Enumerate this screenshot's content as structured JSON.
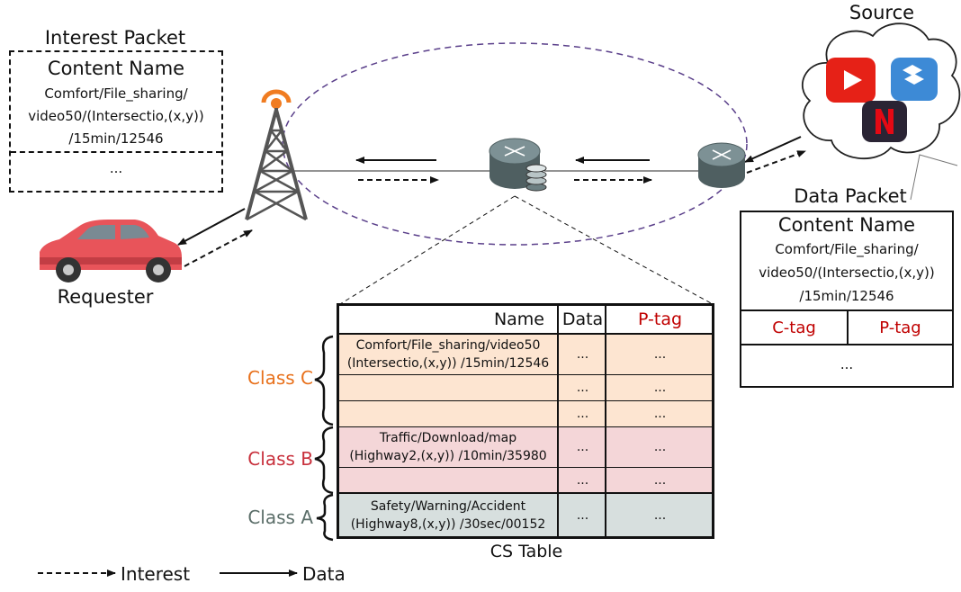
{
  "interest_packet": {
    "title": "Interest Packet",
    "content_name_header": "Content Name",
    "name_lines": [
      "Comfort/File_sharing/",
      "video50/(Intersectio,(x,y))",
      "/15min/12546"
    ],
    "ellipsis": "..."
  },
  "requester_label": "Requester",
  "source_label": "Source",
  "data_packet": {
    "title": "Data Packet",
    "content_name_header": "Content Name",
    "name_lines": [
      "Comfort/File_sharing/",
      "video50/(Intersectio,(x,y))",
      "/15min/12546"
    ],
    "c_tag": "C-tag",
    "p_tag": "P-tag",
    "ellipsis": "..."
  },
  "cs_table": {
    "caption": "CS Table",
    "headers": {
      "name": "Name",
      "data": "Data",
      "ptag": "P-tag"
    },
    "rows": [
      {
        "class": "C",
        "name": [
          "Comfort/File_sharing/video50",
          "(Intersectio,(x,y)) /15min/12546"
        ],
        "data": "...",
        "ptag": "..."
      },
      {
        "class": "C",
        "name": [
          "",
          ""
        ],
        "data": "...",
        "ptag": "..."
      },
      {
        "class": "C",
        "name": [
          "",
          ""
        ],
        "data": "...",
        "ptag": "..."
      },
      {
        "class": "B",
        "name": [
          "Traffic/Download/map",
          "(Highway2,(x,y)) /10min/35980"
        ],
        "data": "...",
        "ptag": "..."
      },
      {
        "class": "B",
        "name": [
          "",
          ""
        ],
        "data": "...",
        "ptag": "..."
      },
      {
        "class": "A",
        "name": [
          "Safety/Warning/Accident",
          "(Highway8,(x,y)) /30sec/00152"
        ],
        "data": "...",
        "ptag": "..."
      }
    ]
  },
  "classes": {
    "c": "Class C",
    "b": "Class B",
    "a": "Class A"
  },
  "legend": {
    "interest": "Interest",
    "data": "Data"
  },
  "colors": {
    "class_c": "#e8711c",
    "class_b": "#c8303c",
    "class_a": "#5b6e69",
    "row_c": "#fde5d1",
    "row_b": "#f4d6d8",
    "row_a": "#d7dfde",
    "tag_red": "#c00000",
    "ellipse": "#5a3f8a"
  },
  "icons": [
    "car-icon",
    "cell-tower-icon",
    "router-icon",
    "router-storage-icon",
    "cloud-icon",
    "youtube-icon",
    "dropbox-icon",
    "netflix-icon"
  ]
}
